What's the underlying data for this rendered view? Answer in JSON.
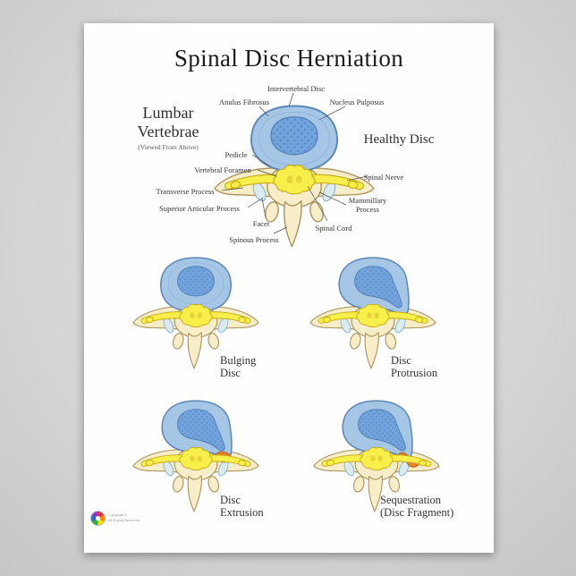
{
  "poster": {
    "title": "Spinal Disc Herniation",
    "heading": {
      "line1": "Lumbar",
      "line2": "Vertebrae",
      "subtitle": "(Viewed From Above)"
    },
    "healthy_disc_label": "Healthy Disc",
    "labels": {
      "intervertebral_disc": "Intervertebral Disc",
      "anulus_fibrosus": "Anulus Fibrosus",
      "nucleus_pulposus": "Nucleus Pulposus",
      "pedicle": "Pedicle",
      "vertebral_foramen": "Vertebral Foramen",
      "transverse_process": "Transverse Process",
      "superior_articular_process": "Superior Articular Process",
      "facet": "Facet",
      "spinous_process": "Spinous Process",
      "spinal_cord": "Spinal Cord",
      "spinal_nerve": "Spinal Nerve",
      "mammillary_process": "Mammillary Process"
    },
    "conditions": [
      {
        "line1": "Bulging",
        "line2": "Disc"
      },
      {
        "line1": "Disc",
        "line2": "Protrusion"
      },
      {
        "line1": "Disc",
        "line2": "Extrusion"
      },
      {
        "line1": "Sequestration",
        "line2": "(Disc Fragment)"
      }
    ],
    "footer": {
      "copyright_line1": "Copyright ©",
      "copyright_line2": "All Rights Reserved"
    }
  },
  "colors": {
    "anulus": "#a6c6e6",
    "anulus_stroke": "#5b86b8",
    "lamella": "#8fb4d9",
    "nucleus": "#74a4dc",
    "nucleus_stroke": "#527fb5",
    "nucleus_dot": "#4d7ec0",
    "bone": "#f7edc9",
    "bone_stroke": "#a9925c",
    "cord": "#f8ef4a",
    "cord_stroke": "#c7ad18",
    "cord_inner": "#e7d43a",
    "facet": "#d9eaf0",
    "facet_stroke": "#86b0c0",
    "herniation": "#e5802b",
    "herniation_stroke": "#b35811"
  }
}
